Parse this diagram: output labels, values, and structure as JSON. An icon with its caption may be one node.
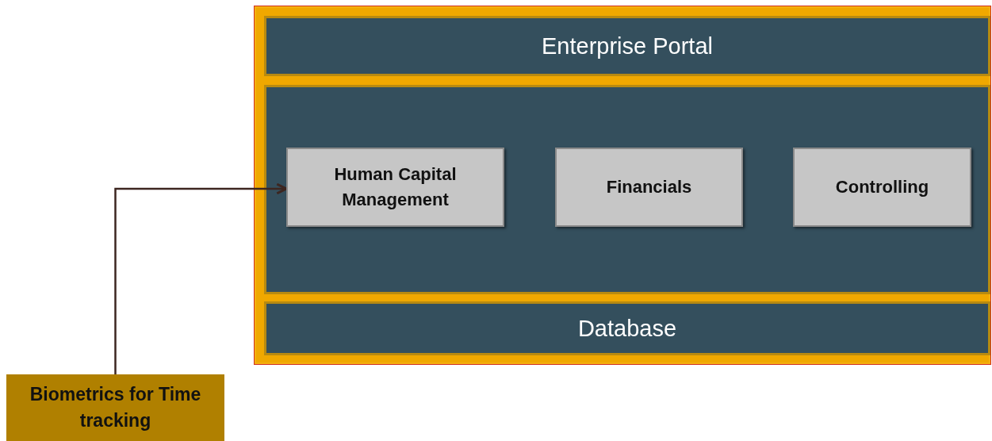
{
  "diagram": {
    "nodes": [
      {
        "text": [],
        "shape": "box"
      },
      {
        "text": [
          "Enterprise Portal"
        ],
        "in": 0
      },
      {
        "text": [],
        "shape": "box",
        "in": 0
      },
      {
        "text": [
          "Human Capital Management"
        ],
        "in": 2
      },
      {
        "text": [
          "Financials"
        ],
        "in": 2
      },
      {
        "text": [
          "Controlling"
        ],
        "in": 2
      },
      {
        "text": [
          "Database"
        ],
        "in": 0
      },
      {
        "text": [
          "Biometrics for Time tracking"
        ]
      }
    ],
    "edges": [
      {
        "from": 7,
        "to": 3,
        "arrow": "to",
        "color": "#3d2620"
      }
    ]
  }
}
